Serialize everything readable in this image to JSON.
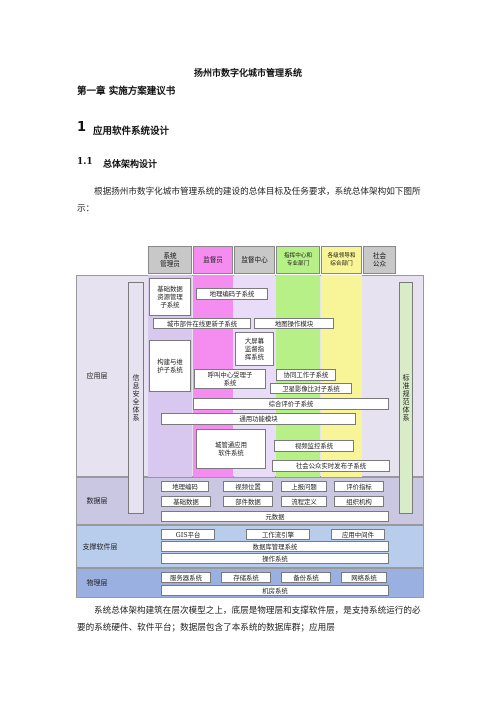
{
  "doc": {
    "title": "扬州市数字化城市管理系统",
    "chapter": "第一章  实施方案建议书",
    "section1": {
      "num": "1",
      "title": "应用软件系统设计"
    },
    "section11": {
      "num": "1.1",
      "title": "总体架构设计"
    },
    "intro": "根据扬州市数字化城市管理系统的建设的总体目标及任务要求，系统总体架构如下图所示：",
    "outro": "系统总体架构建筑在层次模型之上，底层是物理层和支撑软件层，是支持系统运行的必要的系统硬件、软件平台；数据层包含了本系统的数据库群；应用层"
  },
  "diagram": {
    "headers": [
      "系统\n管理员",
      "监督员",
      "监督中心",
      "指挥中心和\n专业部门",
      "各级领导和\n综合部门",
      "社会\n公众"
    ],
    "colors": {
      "header_gray": "#c8c8c8",
      "purple": "#d8c8f0",
      "pink": "#f58cf0",
      "light_purple": "#e8dcf8",
      "green": "#b8f088",
      "yellow": "#f8f498",
      "app_band": "#e6e2f0",
      "data_band": "#c9c7e2",
      "support_band": "#b8ccec",
      "physical_band": "#9ab0e0",
      "standard_bar": "#d8ecc8"
    },
    "layers": {
      "app": "应用层",
      "data": "数据层",
      "support": "支撑软件层",
      "physical": "物理层"
    },
    "security": "信息安全体系",
    "standard": "标准规范体系",
    "app_boxes": {
      "basic_data": "基础数据\n资源管理\n子系统",
      "geo_coding": "地理编码子系统",
      "component_update": "城市部件在线更新子系统",
      "map_ops": "地图操作模块",
      "build_maintain": "构建与维\n护子系统",
      "big_screen": "大屏幕\n监督指\n挥系统",
      "call_center": "呼叫中心受理子\n系统",
      "collab": "协同工作子系统",
      "satellite": "卫星影像比对子系统",
      "evaluation": "综合评价子系统",
      "general": "通用功能模块",
      "mobile": "城管通应用\n软件系统",
      "video": "视频监控系统",
      "public_release": "社会公众实时发布子系统"
    },
    "data_boxes": [
      "地理编码",
      "视频位置",
      "上报问题",
      "评价指标",
      "基础数据",
      "部件数据",
      "流程定义",
      "组织机构",
      "元数据"
    ],
    "support_boxes": {
      "gis": "GIS平台",
      "workflow": "工作流引擎",
      "middleware": "应用中间件",
      "dbms": "数据库管理系统",
      "os": "操作系统"
    },
    "physical_boxes": {
      "server": "服务器系统",
      "storage": "存储系统",
      "backup": "备份系统",
      "network": "网络系统",
      "room": "机房系统"
    }
  }
}
